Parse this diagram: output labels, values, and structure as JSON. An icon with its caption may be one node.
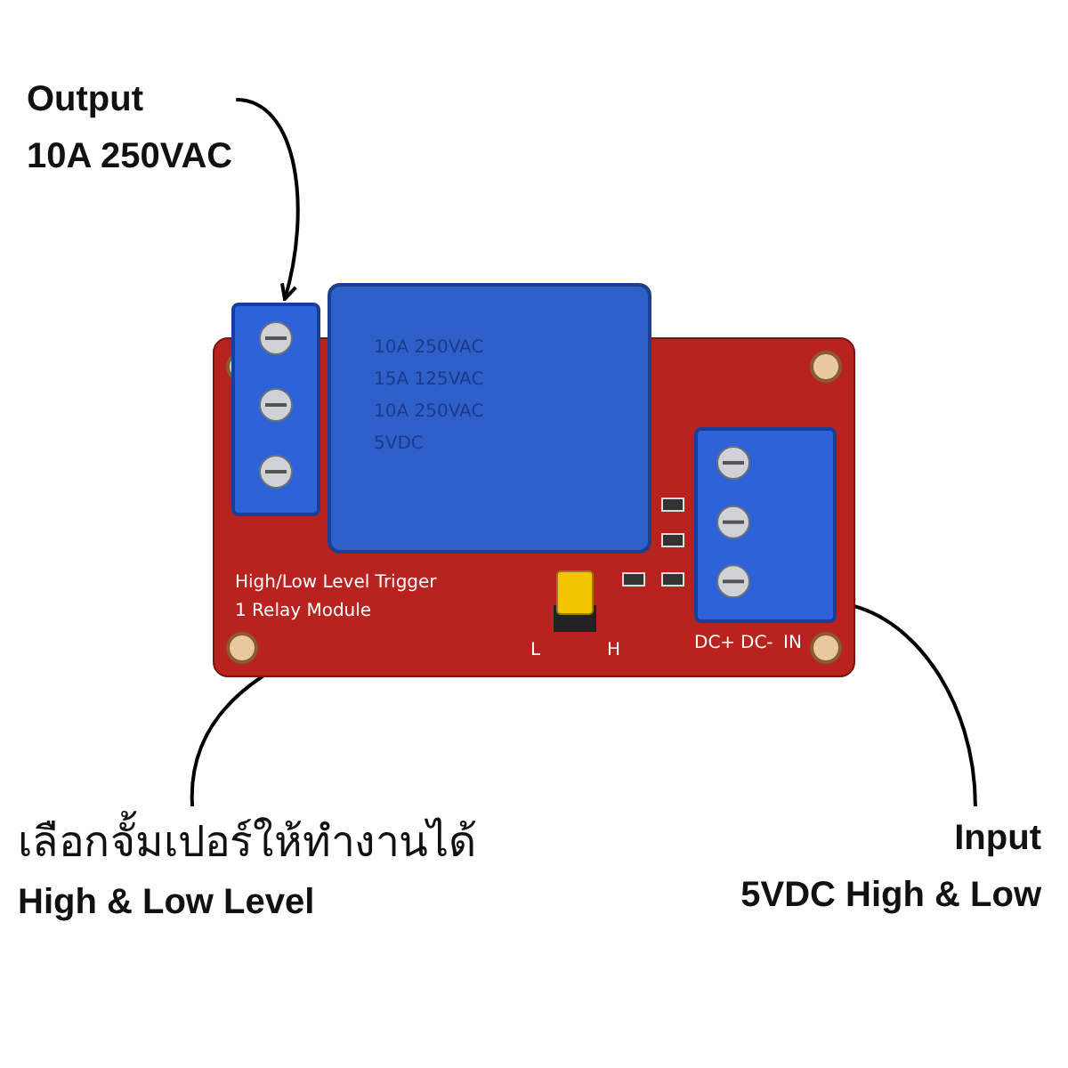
{
  "diagram": {
    "nodes": [
      {
        "text": [
          "Output",
          "10A 250VAC"
        ]
      },
      {
        "text": [],
        "shape": "picture"
      },
      {
        "text": [],
        "shape": "box",
        "in": 1
      },
      {
        "text": [],
        "shape": "box",
        "in": 1
      },
      {
        "text": [],
        "shape": "box",
        "in": 1
      },
      {
        "text": [
          "เลือกจั้มเปอร์ให้ทำงานได้",
          "High & Low Level"
        ]
      },
      {
        "text": [
          "Input",
          "5VDC High & Low"
        ]
      }
    ],
    "edges": [
      {
        "from": 0,
        "to": 2,
        "arrow": "to"
      },
      {
        "from": 5,
        "to": 3,
        "arrow": "to"
      },
      {
        "from": 6,
        "to": 4,
        "arrow": "to"
      }
    ],
    "labels": [
      "10A 250VAC",
      "15A 125VAC",
      "10A 250VAC",
      "5VDC",
      "High/Low Level Trigger",
      "1 Relay Module",
      "L",
      "H",
      "DC+",
      "DC-",
      "IN"
    ]
  }
}
